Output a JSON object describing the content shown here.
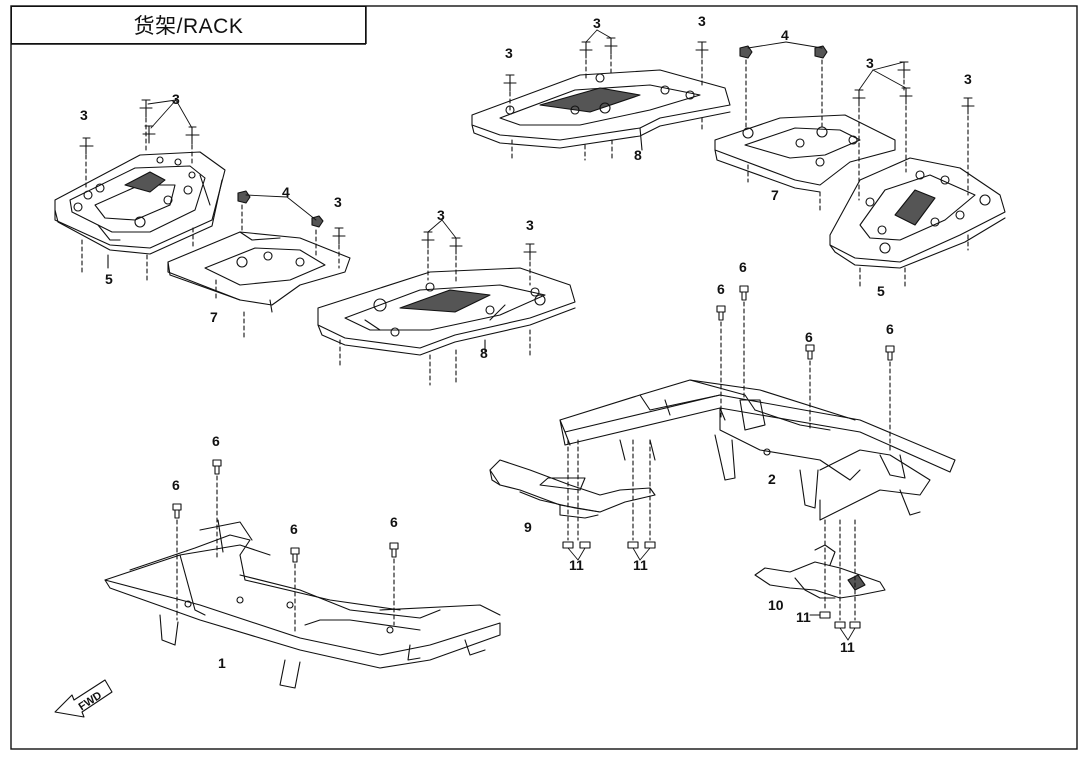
{
  "title": "货架/RACK",
  "fwd_label": "FWD",
  "callouts": {
    "frame_front": "1",
    "frame_rear": "2",
    "bolt": "3",
    "clip": "4",
    "rack_top_5": "5",
    "nut": "6",
    "rack_cover_7": "7",
    "rack_cover_8": "8",
    "bracket_9": "9",
    "bracket_10": "10",
    "bolt_11": "11"
  }
}
